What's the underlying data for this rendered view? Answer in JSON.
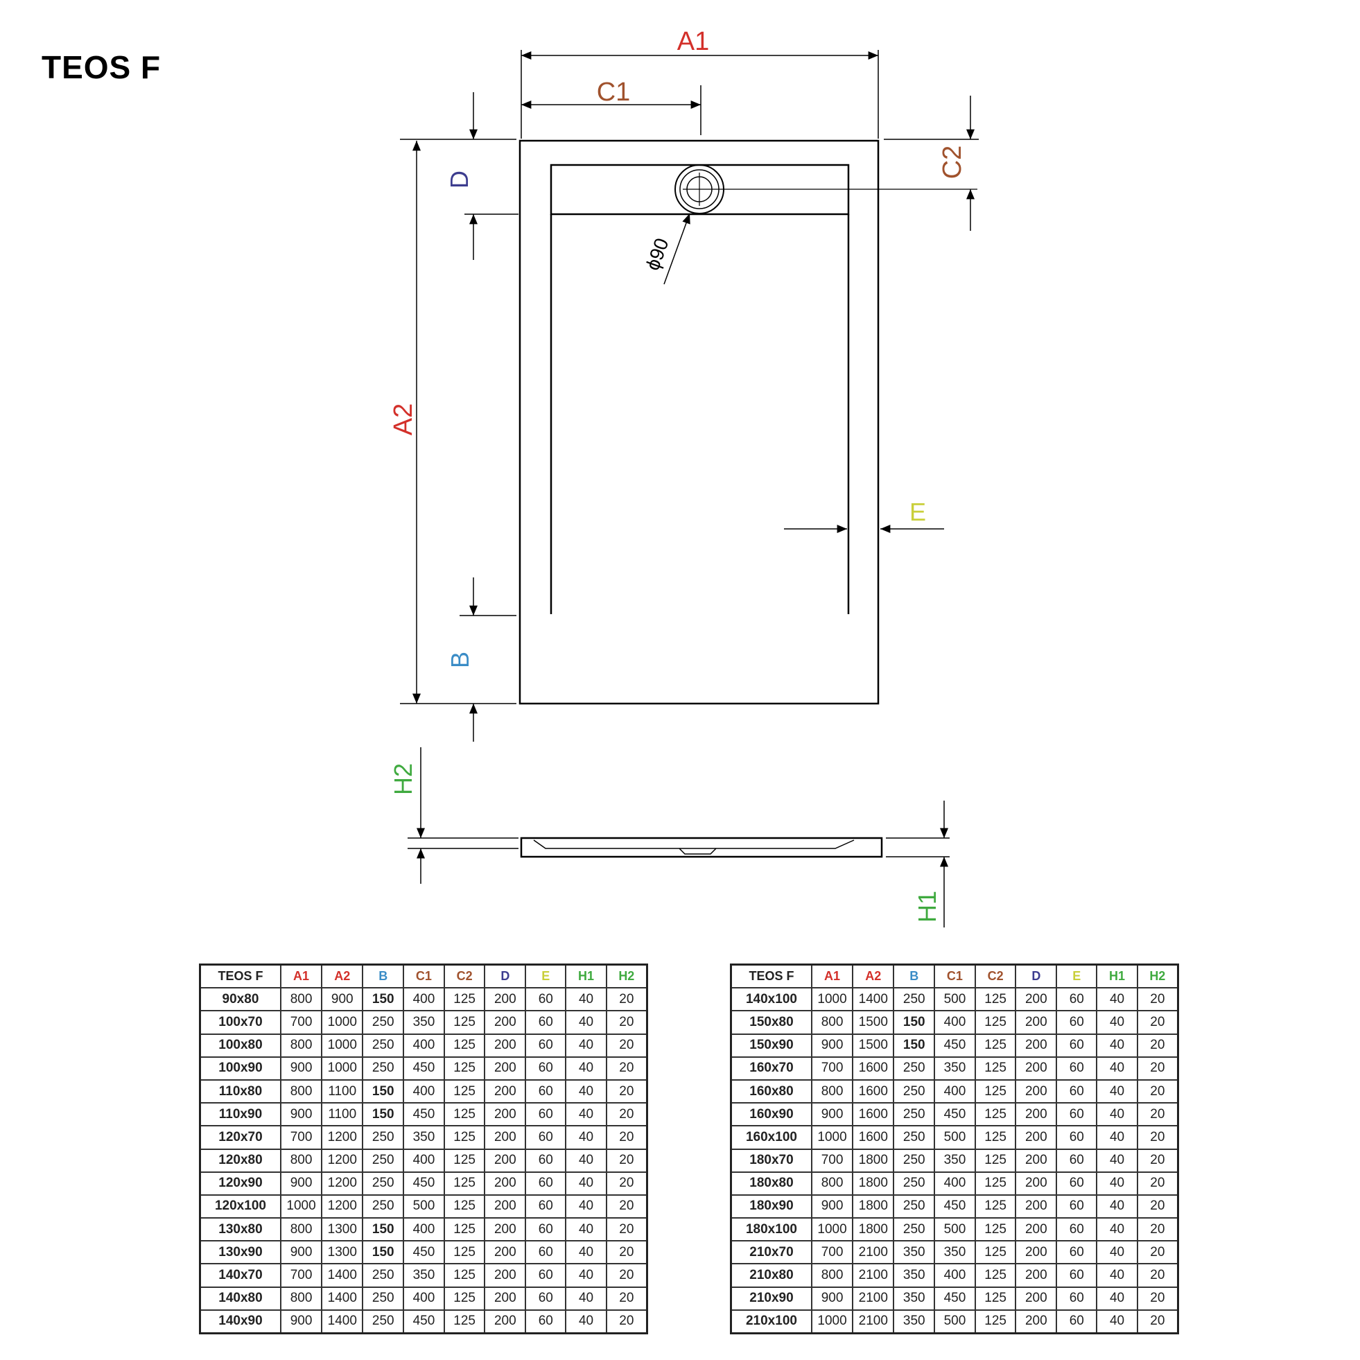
{
  "title": "TEOS F",
  "colors": {
    "A1": "#d3302a",
    "A2": "#d3302a",
    "B": "#3a8cc6",
    "C1": "#a0522d",
    "C2": "#a0522d",
    "D": "#3d3d8f",
    "E": "#c9cf3a",
    "H1": "#3faa3f",
    "H2": "#3faa3f",
    "line": "#000000"
  },
  "drawing": {
    "labels": {
      "A1": "A1",
      "A2": "A2",
      "B": "B",
      "C1": "C1",
      "C2": "C2",
      "D": "D",
      "E": "E",
      "H1": "H1",
      "H2": "H2",
      "drain": "ϕ90"
    }
  },
  "tables": {
    "headers": [
      "TEOS F",
      "A1",
      "A2",
      "B",
      "C1",
      "C2",
      "D",
      "E",
      "H1",
      "H2"
    ],
    "left": [
      [
        "90x80",
        "800",
        "900",
        "150",
        "400",
        "125",
        "200",
        "60",
        "40",
        "20"
      ],
      [
        "100x70",
        "700",
        "1000",
        "250",
        "350",
        "125",
        "200",
        "60",
        "40",
        "20"
      ],
      [
        "100x80",
        "800",
        "1000",
        "250",
        "400",
        "125",
        "200",
        "60",
        "40",
        "20"
      ],
      [
        "100x90",
        "900",
        "1000",
        "250",
        "450",
        "125",
        "200",
        "60",
        "40",
        "20"
      ],
      [
        "110x80",
        "800",
        "1100",
        "150",
        "400",
        "125",
        "200",
        "60",
        "40",
        "20"
      ],
      [
        "110x90",
        "900",
        "1100",
        "150",
        "450",
        "125",
        "200",
        "60",
        "40",
        "20"
      ],
      [
        "120x70",
        "700",
        "1200",
        "250",
        "350",
        "125",
        "200",
        "60",
        "40",
        "20"
      ],
      [
        "120x80",
        "800",
        "1200",
        "250",
        "400",
        "125",
        "200",
        "60",
        "40",
        "20"
      ],
      [
        "120x90",
        "900",
        "1200",
        "250",
        "450",
        "125",
        "200",
        "60",
        "40",
        "20"
      ],
      [
        "120x100",
        "1000",
        "1200",
        "250",
        "500",
        "125",
        "200",
        "60",
        "40",
        "20"
      ],
      [
        "130x80",
        "800",
        "1300",
        "150",
        "400",
        "125",
        "200",
        "60",
        "40",
        "20"
      ],
      [
        "130x90",
        "900",
        "1300",
        "150",
        "450",
        "125",
        "200",
        "60",
        "40",
        "20"
      ],
      [
        "140x70",
        "700",
        "1400",
        "250",
        "350",
        "125",
        "200",
        "60",
        "40",
        "20"
      ],
      [
        "140x80",
        "800",
        "1400",
        "250",
        "400",
        "125",
        "200",
        "60",
        "40",
        "20"
      ],
      [
        "140x90",
        "900",
        "1400",
        "250",
        "450",
        "125",
        "200",
        "60",
        "40",
        "20"
      ]
    ],
    "right": [
      [
        "140x100",
        "1000",
        "1400",
        "250",
        "500",
        "125",
        "200",
        "60",
        "40",
        "20"
      ],
      [
        "150x80",
        "800",
        "1500",
        "150",
        "400",
        "125",
        "200",
        "60",
        "40",
        "20"
      ],
      [
        "150x90",
        "900",
        "1500",
        "150",
        "450",
        "125",
        "200",
        "60",
        "40",
        "20"
      ],
      [
        "160x70",
        "700",
        "1600",
        "250",
        "350",
        "125",
        "200",
        "60",
        "40",
        "20"
      ],
      [
        "160x80",
        "800",
        "1600",
        "250",
        "400",
        "125",
        "200",
        "60",
        "40",
        "20"
      ],
      [
        "160x90",
        "900",
        "1600",
        "250",
        "450",
        "125",
        "200",
        "60",
        "40",
        "20"
      ],
      [
        "160x100",
        "1000",
        "1600",
        "250",
        "500",
        "125",
        "200",
        "60",
        "40",
        "20"
      ],
      [
        "180x70",
        "700",
        "1800",
        "250",
        "350",
        "125",
        "200",
        "60",
        "40",
        "20"
      ],
      [
        "180x80",
        "800",
        "1800",
        "250",
        "400",
        "125",
        "200",
        "60",
        "40",
        "20"
      ],
      [
        "180x90",
        "900",
        "1800",
        "250",
        "450",
        "125",
        "200",
        "60",
        "40",
        "20"
      ],
      [
        "180x100",
        "1000",
        "1800",
        "250",
        "500",
        "125",
        "200",
        "60",
        "40",
        "20"
      ],
      [
        "210x70",
        "700",
        "2100",
        "350",
        "350",
        "125",
        "200",
        "60",
        "40",
        "20"
      ],
      [
        "210x80",
        "800",
        "2100",
        "350",
        "400",
        "125",
        "200",
        "60",
        "40",
        "20"
      ],
      [
        "210x90",
        "900",
        "2100",
        "350",
        "450",
        "125",
        "200",
        "60",
        "40",
        "20"
      ],
      [
        "210x100",
        "1000",
        "2100",
        "350",
        "500",
        "125",
        "200",
        "60",
        "40",
        "20"
      ]
    ]
  }
}
